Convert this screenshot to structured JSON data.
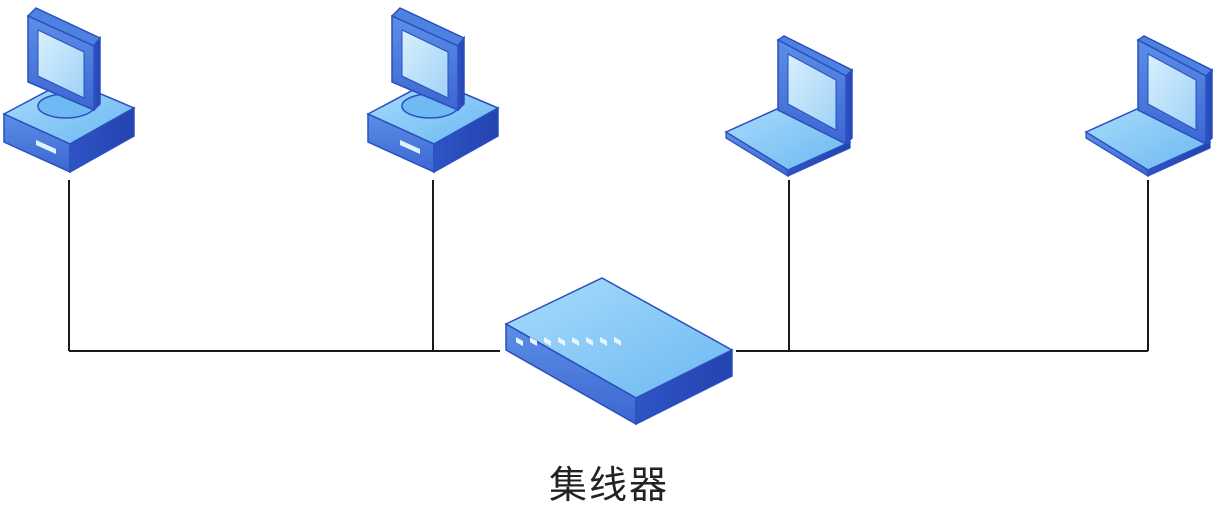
{
  "diagram": {
    "hub_label": "集线器"
  },
  "colors": {
    "top_face": "#8fd0f8",
    "side_face": "#3a5fcf",
    "front_face": "#4a78dc",
    "screen_face": "#bfe3fb",
    "outline": "#1e3f9e",
    "link_line": "#1a1a1a"
  },
  "devices": [
    {
      "name": "desktop-computer-1",
      "icon": "desktop-computer-icon"
    },
    {
      "name": "desktop-computer-2",
      "icon": "desktop-computer-icon"
    },
    {
      "name": "laptop-computer-1",
      "icon": "laptop-icon"
    },
    {
      "name": "laptop-computer-2",
      "icon": "laptop-icon"
    }
  ]
}
